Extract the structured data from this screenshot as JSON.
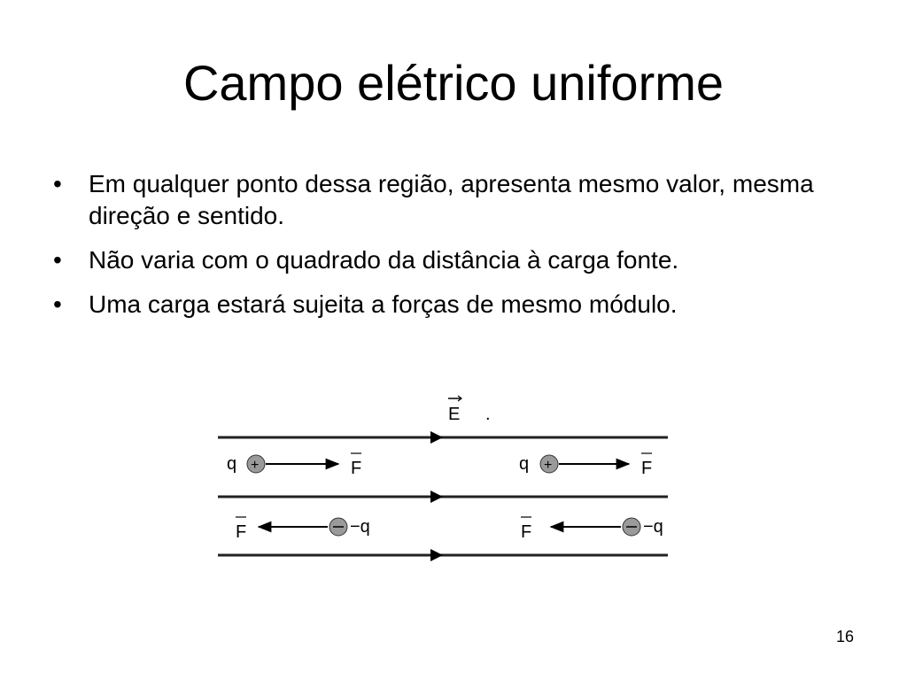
{
  "slide": {
    "title": "Campo elétrico uniforme",
    "bullets": [
      "Em qualquer ponto dessa região, apresenta mesmo valor, mesma direção e sentido.",
      "Não varia com o quadrado da distância à carga fonte.",
      "Uma carga estará sujeita a forças de mesmo módulo."
    ],
    "bullet_symbol": "•",
    "page_number": "16"
  },
  "diagram": {
    "field_label": "E",
    "positive_charge_label": "q",
    "negative_charge_label": "−q",
    "force_label": "F",
    "dot": "."
  },
  "colors": {
    "text": "#000000",
    "background": "#ffffff",
    "charge_fill": "#9a9a9a"
  }
}
